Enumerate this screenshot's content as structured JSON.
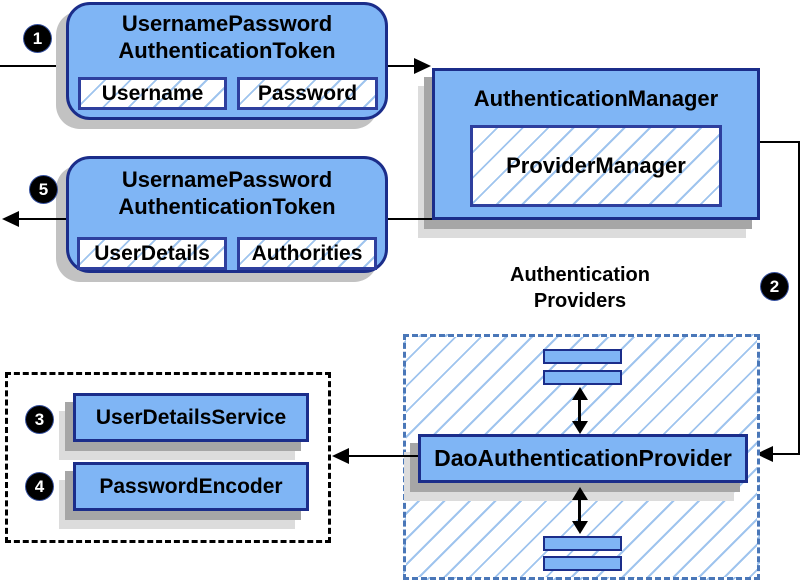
{
  "colors": {
    "node_fill": "#7fb5f5",
    "node_border": "#1b2d8a",
    "inner_border": "#2e3f9e",
    "hatch_line": "#9fc4ee",
    "providers_dashed_border": "#4a77b8",
    "dependencies_dotted_border": "#000000",
    "shadow_dark": "#a6a6a6",
    "shadow_light": "#dcdcdc",
    "connector": "#000000",
    "badge_background": "#000000",
    "badge_text": "#ffffff"
  },
  "badges": {
    "step1": "1",
    "step2": "2",
    "step3": "3",
    "step4": "4",
    "step5": "5"
  },
  "token_request": {
    "title_line1": "UsernamePassword",
    "title_line2": "AuthenticationToken",
    "fields": [
      "Username",
      "Password"
    ]
  },
  "auth_manager": {
    "title": "AuthenticationManager",
    "inner": "ProviderManager"
  },
  "token_response": {
    "title_line1": "UsernamePassword",
    "title_line2": "AuthenticationToken",
    "fields": [
      "UserDetails",
      "Authorities"
    ]
  },
  "providers_group": {
    "label_line1": "Authentication",
    "label_line2": "Providers",
    "provider": "DaoAuthenticationProvider"
  },
  "dependencies": {
    "items": [
      "UserDetailsService",
      "PasswordEncoder"
    ]
  }
}
